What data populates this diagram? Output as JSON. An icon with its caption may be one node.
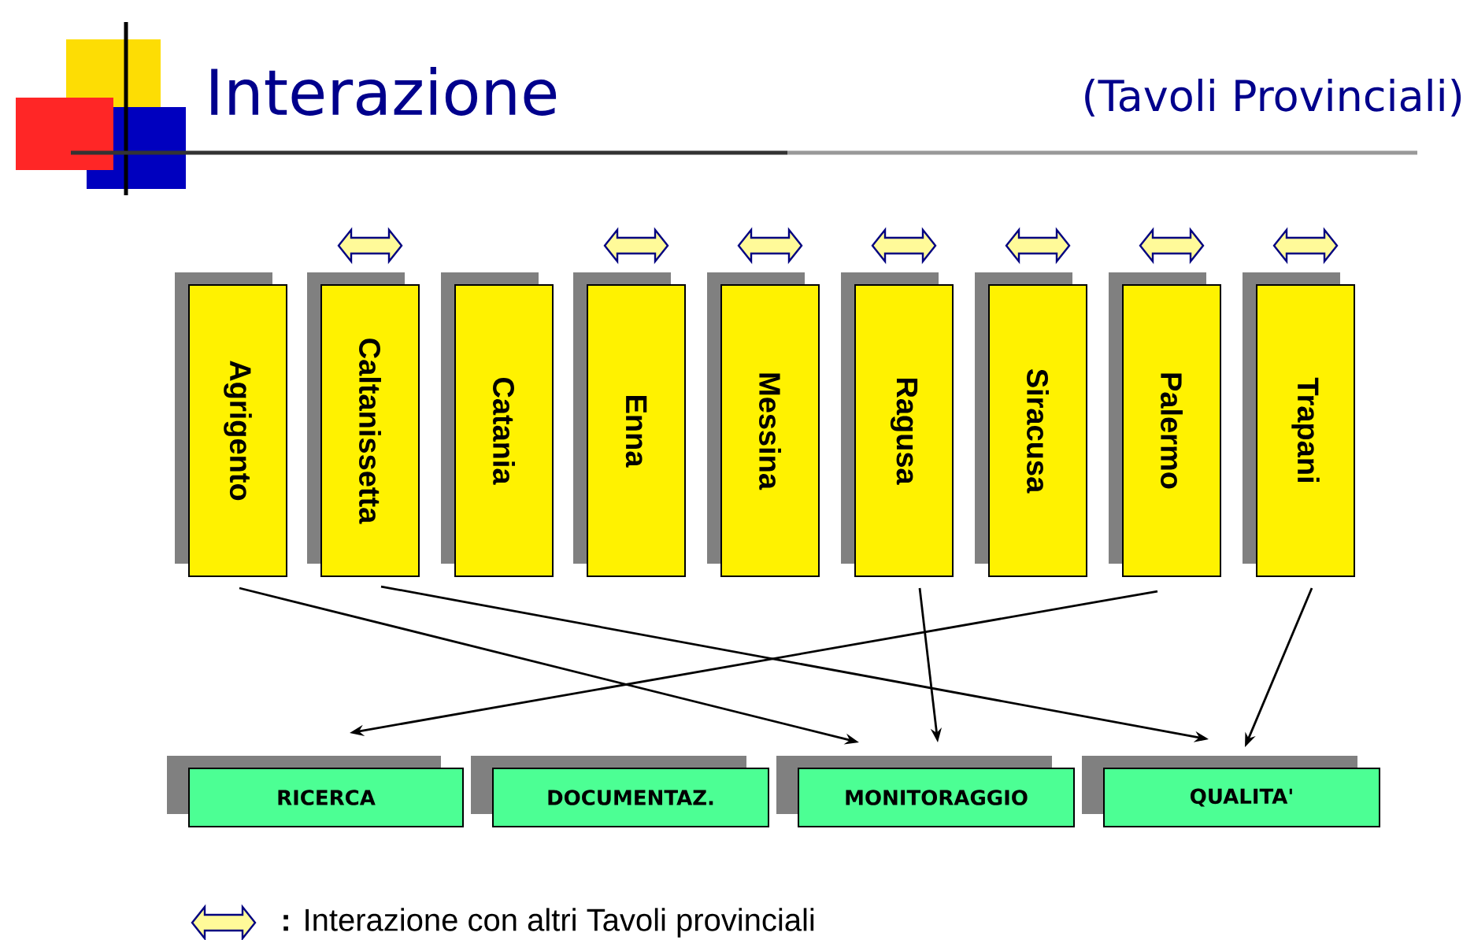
{
  "diagram": {
    "title": "Interazione",
    "nodes": [
      {
        "text": [
          "Agrigento"
        ]
      },
      {
        "text": [
          "Caltanissetta"
        ]
      },
      {
        "text": [
          "Catania"
        ]
      },
      {
        "text": [
          "Enna"
        ]
      },
      {
        "text": [
          "Messina"
        ]
      },
      {
        "text": [
          "Ragusa"
        ]
      },
      {
        "text": [
          "Siracusa"
        ]
      },
      {
        "text": [
          "Palermo"
        ]
      },
      {
        "text": [
          "Trapani"
        ]
      },
      {
        "text": [
          "RICERCA"
        ]
      },
      {
        "text": [
          "DOCUMENTAZ."
        ]
      },
      {
        "text": [
          "MONITORAGGIO"
        ]
      },
      {
        "text": [
          "QUALITA'"
        ]
      }
    ],
    "edges": [
      {
        "from": 0,
        "to": 11,
        "arrow": "to"
      },
      {
        "from": 1,
        "to": 12,
        "arrow": "to"
      },
      {
        "from": 5,
        "to": 11,
        "arrow": "to"
      },
      {
        "from": 7,
        "to": 9,
        "arrow": "to"
      },
      {
        "from": 8,
        "to": 12,
        "arrow": "to"
      }
    ],
    "labels": [
      "(Tavoli Provinciali)"
    ],
    "legend": [
      {
        "text": "**:** Interazione con altri Tavoli provinciali"
      }
    ]
  }
}
